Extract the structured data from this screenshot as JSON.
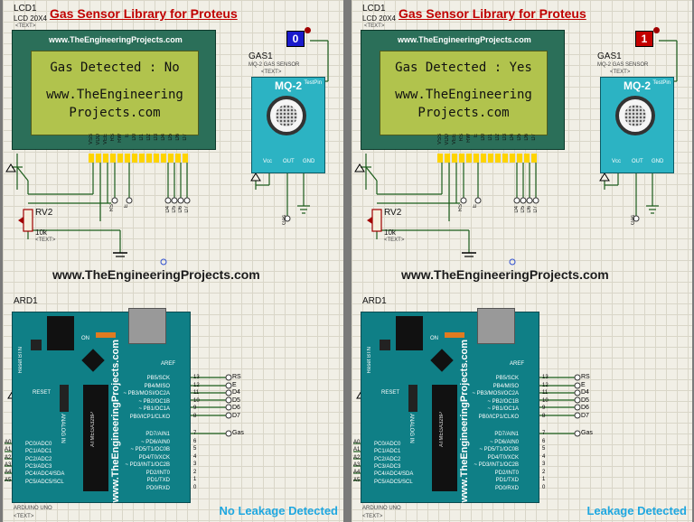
{
  "panels": [
    {
      "id": "left",
      "lcd_ref": "LCD1",
      "lcd_model": "LCD 20X4",
      "text_tag": "<TEXT>",
      "title": "Gas Sensor Library for Proteus",
      "lcd_header": "www.TheEngineeringProjects.com",
      "lcd_line1": "Gas Detected : No",
      "lcd_line2": "www.TheEngineering",
      "lcd_line3": "Projects.com",
      "logic_state": "0",
      "logic_color": "#1a1acc",
      "gas_ref": "GAS1",
      "gas_model": "MQ-2 GAS SENSOR",
      "sensor_name": "MQ-2",
      "sensor_testpin": "TestPin",
      "sensor_pins": [
        "Vcc",
        "OUT",
        "GND"
      ],
      "lcd_pins": [
        "VSS",
        "VDD",
        "VEE",
        "RS",
        "RW",
        "E",
        "D0",
        "D1",
        "D2",
        "D3",
        "D4",
        "D5",
        "D6",
        "D7"
      ],
      "rs_label": "RS",
      "e_label": "E",
      "data_labels": [
        "D4",
        "D5",
        "D6",
        "D7"
      ],
      "pot_ref": "RV2",
      "pot_value": "10k",
      "gas_net": "Gas",
      "website": "www.TheEngineeringProjects.com",
      "ard_ref": "ARD1",
      "ard_name": "ARDUINO UNO",
      "reset_label": "RESET",
      "reset_btn": "Reset BTN",
      "on_label": "ON",
      "analog_label": "ANALOG IN",
      "aref": "AREF",
      "atmega": "ATMEGA328P",
      "ard_web": "www.TheEngineeringProjects.com",
      "portb": [
        "PB5/SCK",
        "PB4/MISO",
        "~ PB3/MOSI/OC2A",
        "~ PB2/OC1B",
        "~ PB1/OC1A",
        "PB0/ICP1/CLKO"
      ],
      "portb_nums": [
        "13",
        "12",
        "11",
        "10",
        "9",
        "8"
      ],
      "portb_nets": [
        "RS",
        "E",
        "D4",
        "D5",
        "D6",
        "D7"
      ],
      "portd": [
        "PD7/AIN1",
        "~ PD6/AIN0",
        "~ PD5/T1/OC0B",
        "PD4/T0/XCK",
        "~ PD3/INT1/OC2B",
        "PD2/INT0",
        "PD1/TXD",
        "PD0/RXD"
      ],
      "portd_nums": [
        "7",
        "6",
        "5",
        "4",
        "3",
        "2",
        "1",
        "0"
      ],
      "analog_pins": [
        "A0",
        "A1",
        "A2",
        "A3",
        "A4",
        "A5"
      ],
      "analog_fns": [
        "PC0/ADC0",
        "PC1/ADC1",
        "PC2/ADC2",
        "PC3/ADC3",
        "PC4/ADC4/SDA",
        "PC5/ADC5/SCL"
      ],
      "status": "No Leakage Detected"
    },
    {
      "id": "right",
      "lcd_ref": "LCD1",
      "lcd_model": "LCD 20X4",
      "text_tag": "<TEXT>",
      "title": "Gas Sensor Library for Proteus",
      "lcd_header": "www.TheEngineeringProjects.com",
      "lcd_line1": "Gas Detected : Yes",
      "lcd_line2": "www.TheEngineering",
      "lcd_line3": "Projects.com",
      "logic_state": "1",
      "logic_color": "#c40000",
      "gas_ref": "GAS1",
      "gas_model": "MQ-2 GAS SENSOR",
      "sensor_name": "MQ-2",
      "sensor_testpin": "TestPin",
      "sensor_pins": [
        "Vcc",
        "OUT",
        "GND"
      ],
      "lcd_pins": [
        "VSS",
        "VDD",
        "VEE",
        "RS",
        "RW",
        "E",
        "D0",
        "D1",
        "D2",
        "D3",
        "D4",
        "D5",
        "D6",
        "D7"
      ],
      "rs_label": "RS",
      "e_label": "E",
      "data_labels": [
        "D4",
        "D5",
        "D6",
        "D7"
      ],
      "pot_ref": "RV2",
      "pot_value": "10k",
      "gas_net": "Gas",
      "website": "www.TheEngineeringProjects.com",
      "ard_ref": "ARD1",
      "ard_name": "ARDUINO UNO",
      "reset_label": "RESET",
      "reset_btn": "Reset BTN",
      "on_label": "ON",
      "analog_label": "ANALOG IN",
      "aref": "AREF",
      "atmega": "ATMEGA328P",
      "ard_web": "www.TheEngineeringProjects.com",
      "portb": [
        "PB5/SCK",
        "PB4/MISO",
        "~ PB3/MOSI/OC2A",
        "~ PB2/OC1B",
        "~ PB1/OC1A",
        "PB0/ICP1/CLKO"
      ],
      "portb_nums": [
        "13",
        "12",
        "11",
        "10",
        "9",
        "8"
      ],
      "portb_nets": [
        "RS",
        "E",
        "D4",
        "D5",
        "D6",
        "D7"
      ],
      "portd": [
        "PD7/AIN1",
        "~ PD6/AIN0",
        "~ PD5/T1/OC0B",
        "PD4/T0/XCK",
        "~ PD3/INT1/OC2B",
        "PD2/INT0",
        "PD1/TXD",
        "PD0/RXD"
      ],
      "portd_nums": [
        "7",
        "6",
        "5",
        "4",
        "3",
        "2",
        "1",
        "0"
      ],
      "analog_pins": [
        "A0",
        "A1",
        "A2",
        "A3",
        "A4",
        "A5"
      ],
      "analog_fns": [
        "PC0/ADC0",
        "PC1/ADC1",
        "PC2/ADC2",
        "PC3/ADC3",
        "PC4/ADC4/SDA",
        "PC5/ADC5/SCL"
      ],
      "status": "Leakage Detected"
    }
  ]
}
